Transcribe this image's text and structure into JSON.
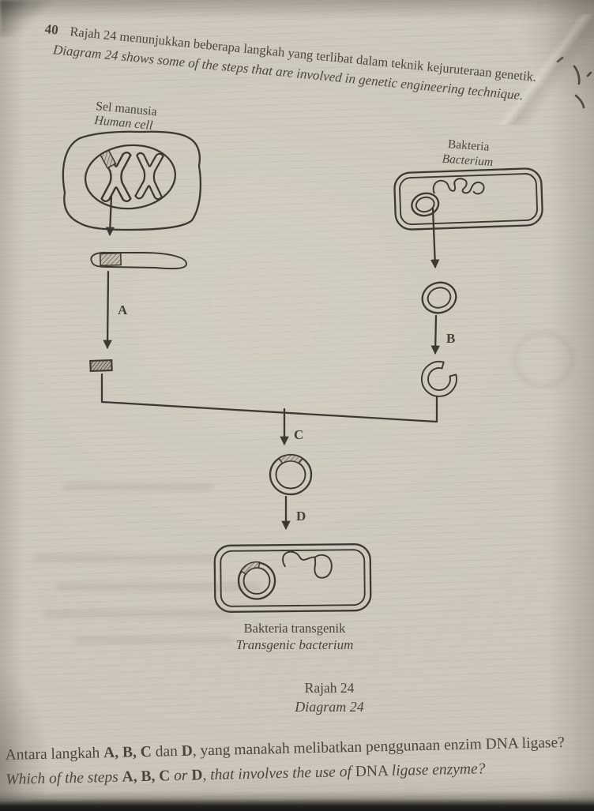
{
  "page": {
    "question_number": "40",
    "intro": {
      "ms": "Rajah 24 menunjukkan beberapa langkah yang terlibat dalam teknik kejuruteraan genetik.",
      "en": "Diagram 24 shows some of the steps that are involved in genetic engineering technique."
    },
    "diagram": {
      "human_cell": {
        "ms": "Sel manusia",
        "en": "Human cell"
      },
      "bacterium": {
        "ms": "Bakteria",
        "en": "Bacterium"
      },
      "steps": {
        "a": "A",
        "b": "B",
        "c": "C",
        "d": "D"
      },
      "transgenic": {
        "ms": "Bakteria transgenik",
        "en": "Transgenic bacterium"
      },
      "caption": {
        "ms": "Rajah 24",
        "en": "Diagram 24"
      }
    },
    "question": {
      "ms_segments": [
        {
          "t": "Antara langkah "
        },
        {
          "t": "A, B, C",
          "b": true
        },
        {
          "t": " dan "
        },
        {
          "t": "D",
          "b": true
        },
        {
          "t": ", yang manakah melibatkan penggunaan enzim DNA ligase?"
        }
      ],
      "en_segments": [
        {
          "t": "Which of the steps ",
          "i": true
        },
        {
          "t": "A, B, C",
          "b": true
        },
        {
          "t": " or ",
          "i": true
        },
        {
          "t": "D",
          "b": true
        },
        {
          "t": ", that involves the use of ",
          "i": true
        },
        {
          "t": "DNA "
        },
        {
          "t": "ligase enzyme?",
          "i": true
        }
      ]
    },
    "colors": {
      "paper": "#cdc7bb",
      "ink": "#3d3931",
      "text_ink": "#4b453c"
    }
  }
}
